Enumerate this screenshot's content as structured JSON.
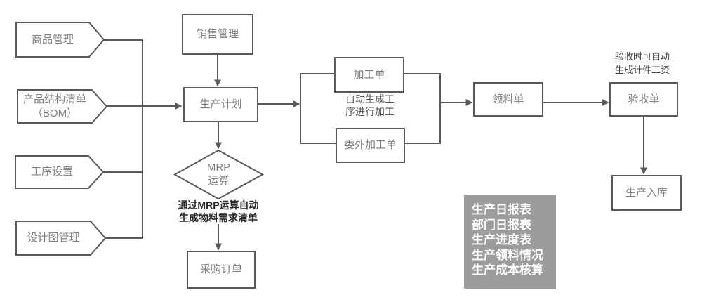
{
  "nodes": {
    "goods_mgmt": "商品管理",
    "bom": "产品结构清单\n（BOM）",
    "process_setup": "工序设置",
    "design_mgmt": "设计图管理",
    "sales_mgmt": "销售管理",
    "production_plan": "生产计划",
    "mrp": "MRP\n运算",
    "purchase_order": "采购订单",
    "work_order": "加工单",
    "outsource_order": "委外加工单",
    "material_requisition": "领料单",
    "acceptance": "验收单",
    "production_inbound": "生产入库"
  },
  "notes": {
    "mrp_auto": "通过MRP运算自动\n生成物料需求清单",
    "process_auto": "自动生成工\n序进行加工",
    "acceptance_auto": "验收时可自动\n生成计件工资"
  },
  "report_panel": {
    "items": [
      "生产日报表",
      "部门日报表",
      "生产进度表",
      "生产领料情况",
      "生产成本核算"
    ]
  },
  "colors": {
    "line": "#595959",
    "box_border": "#595959",
    "box_text": "#7f7f7f",
    "note_text": "#262626",
    "panel_bg": "#9c9c9c",
    "panel_text": "#ffffff"
  }
}
